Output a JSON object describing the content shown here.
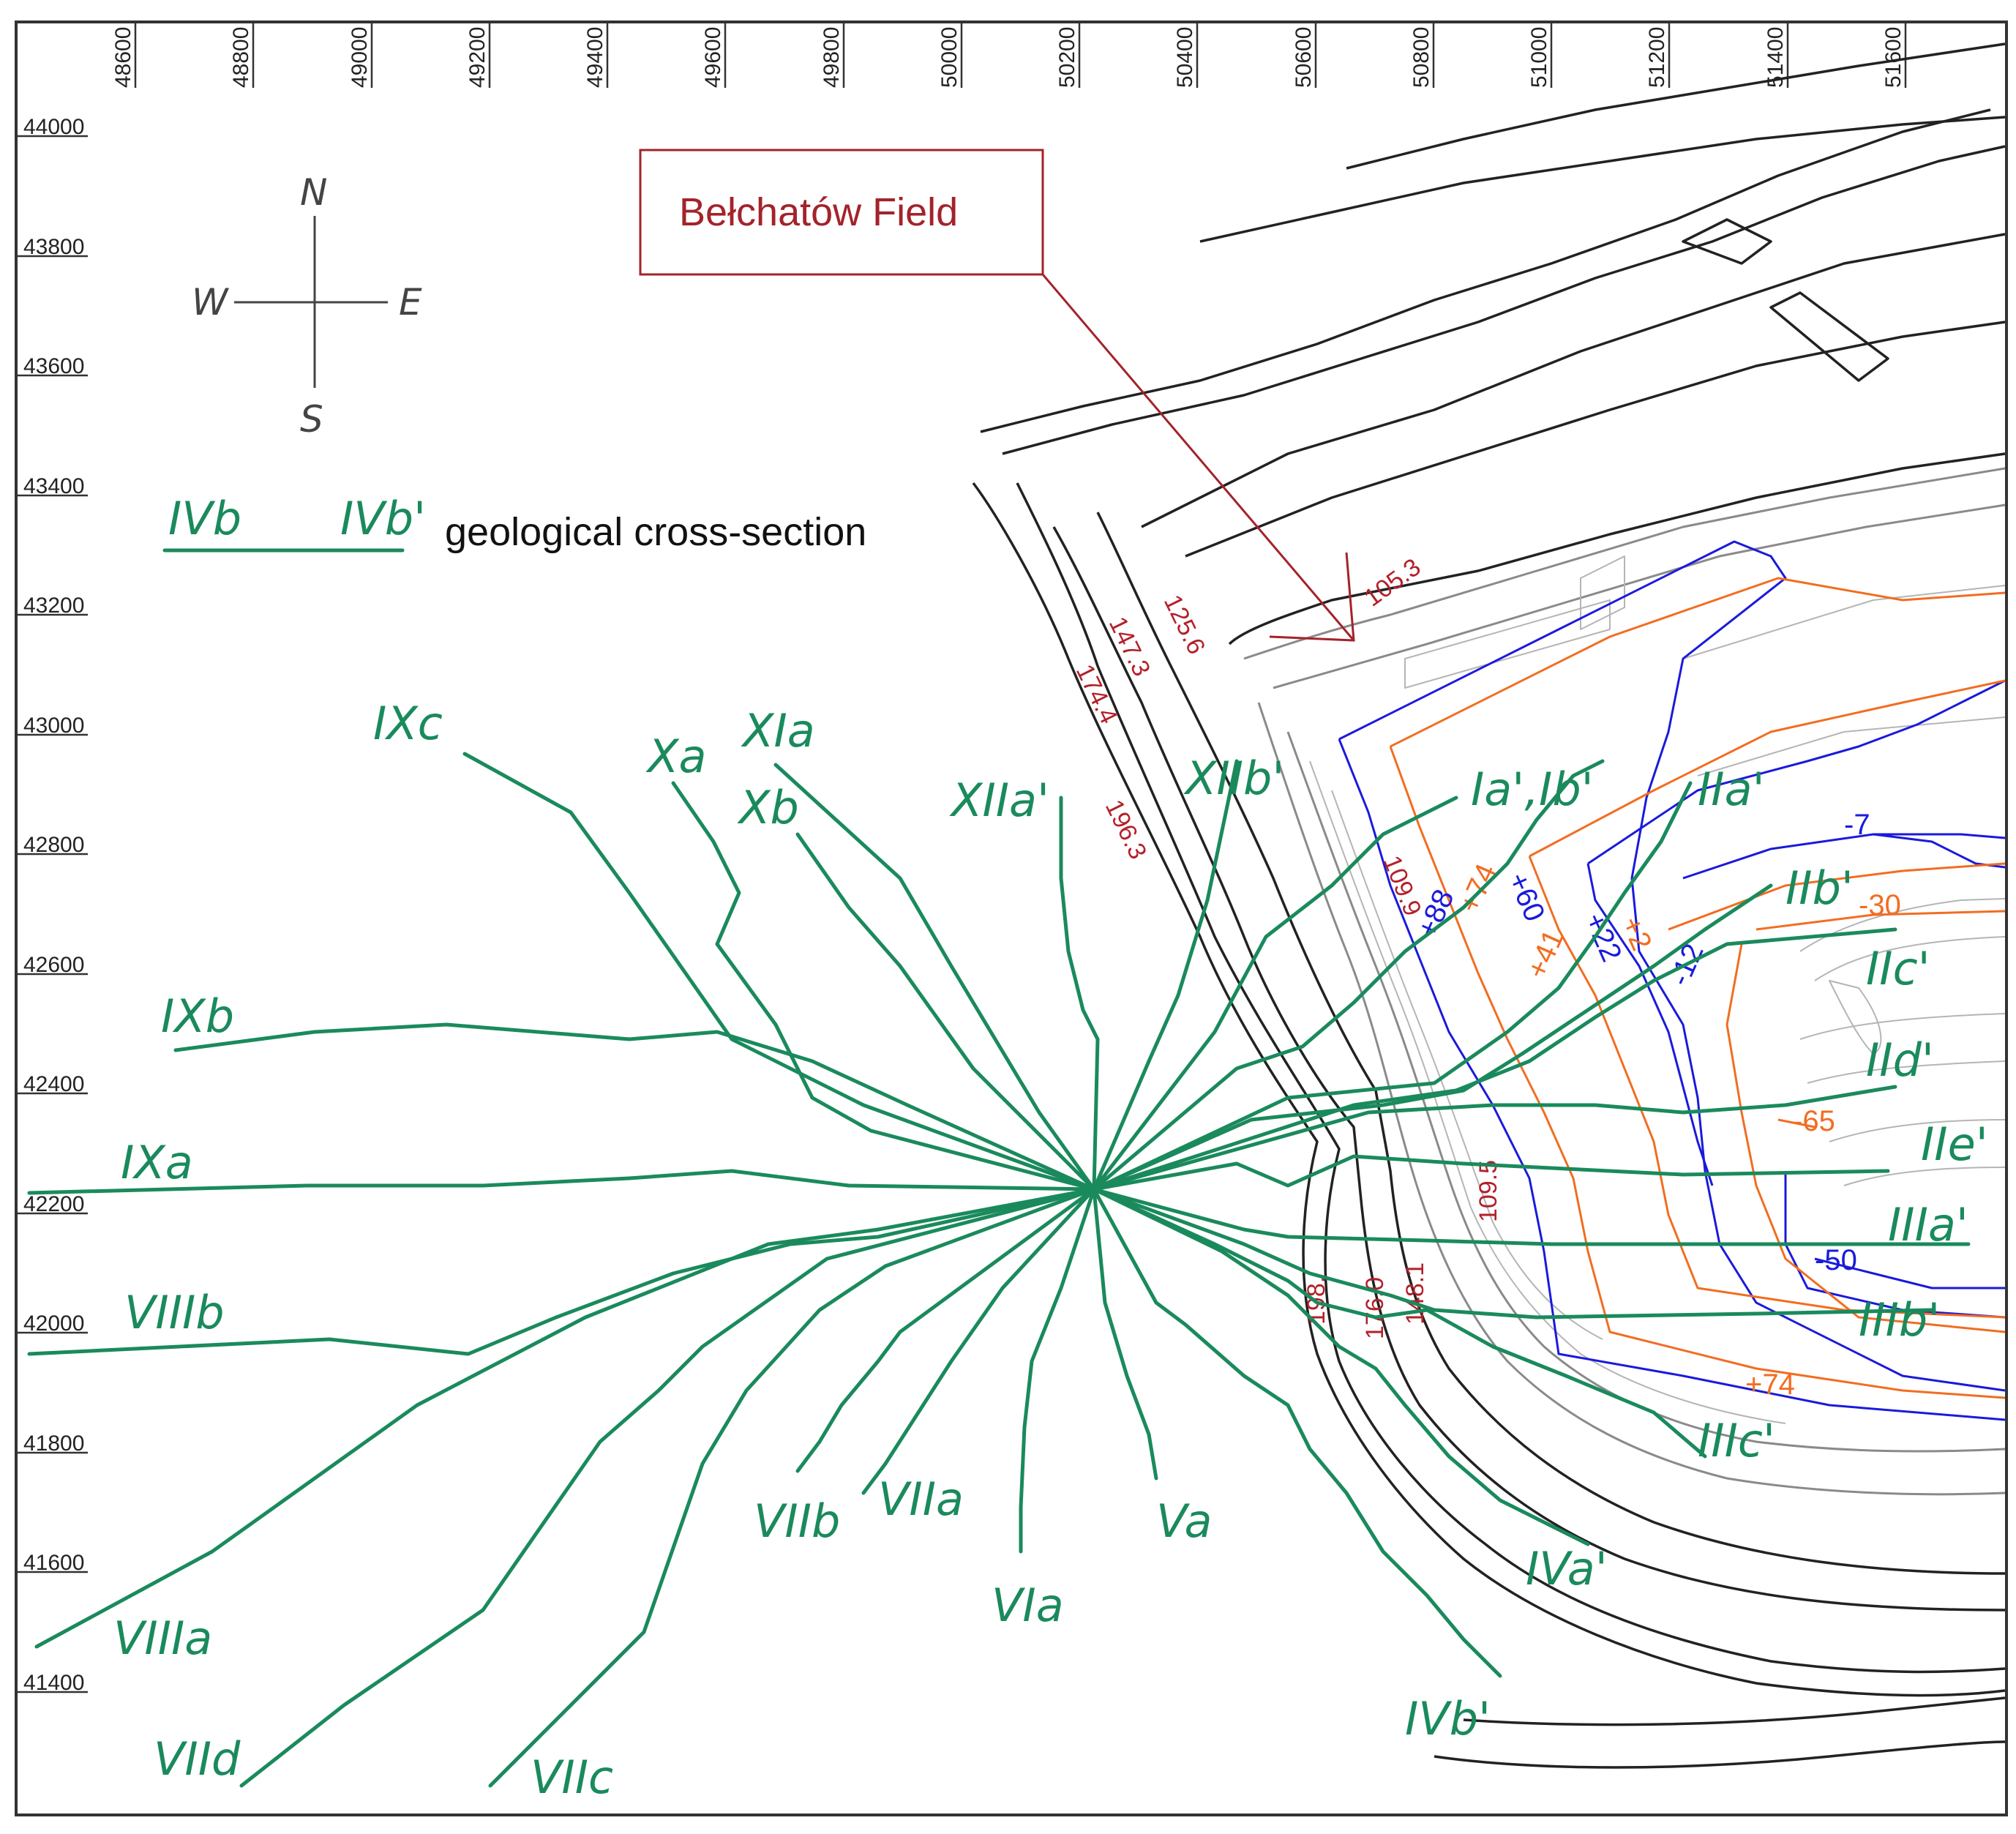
{
  "map": {
    "x_ticks": [
      "48600",
      "48800",
      "49000",
      "49200",
      "49400",
      "49600",
      "49800",
      "50000",
      "50200",
      "50400",
      "50600",
      "50800",
      "51000",
      "51200",
      "51400",
      "51600"
    ],
    "y_ticks": [
      "44000",
      "43800",
      "43600",
      "43400",
      "43200",
      "43000",
      "42800",
      "42600",
      "42400",
      "42200",
      "42000",
      "41800",
      "41600",
      "41400"
    ]
  },
  "compass": {
    "n": "N",
    "s": "S",
    "e": "E",
    "w": "W"
  },
  "legend": {
    "start_label": "IVb",
    "end_label": "IVb'",
    "text": "geological cross-section",
    "line_color": "#1a8a5c"
  },
  "callout": {
    "text": "Bełchatów Field",
    "color": "#a3232a"
  },
  "sections": {
    "IXc": "IXc",
    "Xa": "Xa",
    "XIa": "XIa",
    "Xb": "Xb",
    "XIIa_p": "XIIa'",
    "XIIb_p": "XIIb'",
    "IXb": "IXb",
    "IXa": "IXa",
    "VIIIb": "VIIIb",
    "VIIIa": "VIIIa",
    "VIId": "VIId",
    "VIIc": "VIIc",
    "VIIb": "VIIb",
    "VIIa": "VIIa",
    "VIa": "VIa",
    "Va": "Va",
    "IVb_p": "IVb'",
    "IVa_p": "IVa'",
    "IIIc_p": "IIIc'",
    "IIIb_p": "IIIb'",
    "IIIa_p": "IIIa'",
    "IIe_p": "IIe'",
    "IId_p": "IId'",
    "IIc_p": "IIc'",
    "IIb_p": "IIb'",
    "IIa_p": "IIa'",
    "Ia_Ib": "Ia',Ib'"
  },
  "elevations_red": {
    "e105_3": "105.3",
    "e125_6": "125.6",
    "e147_3": "147.3",
    "e174_4": "174.4",
    "e196_3": "196.3",
    "e109_9": "109.9",
    "e109_5": "109.5",
    "e148_1": "148.1",
    "e176_0": "176.0",
    "e198": "198."
  },
  "contours_blue": {
    "c88": "+88",
    "c60": "+60",
    "c22": "+22",
    "c12": "-12",
    "c7": "-7",
    "c50": "-50"
  },
  "contours_orange": {
    "c74": "+74",
    "c41": "+41",
    "c2": "+2",
    "c30": "-30",
    "c65": "-65",
    "c74b": "+74"
  },
  "colors": {
    "section": "#1a8a5c",
    "blue": "#1a1adc",
    "orange": "#f26d21",
    "red": "#b3202a"
  }
}
